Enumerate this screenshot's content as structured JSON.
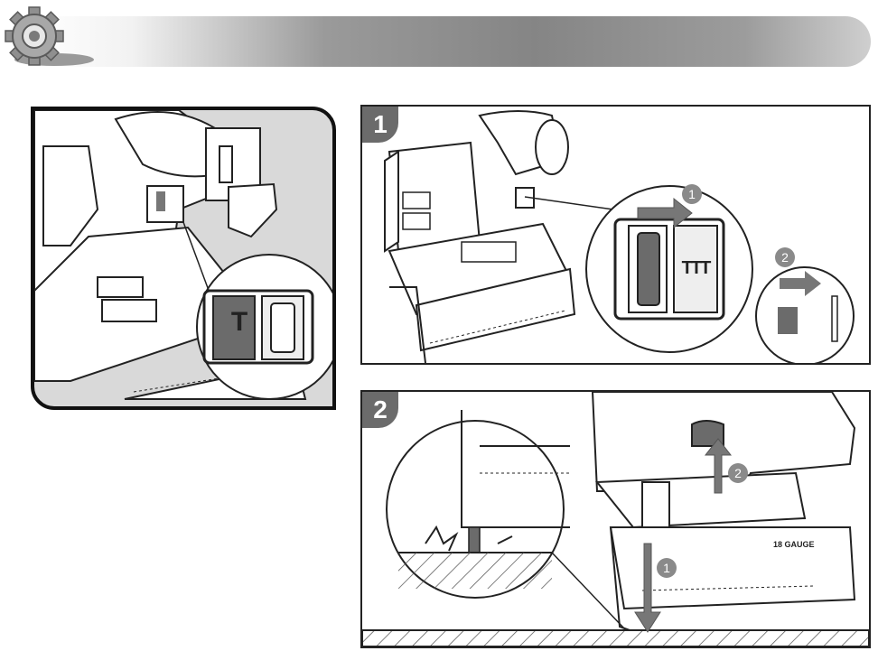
{
  "steps": [
    {
      "badge": "1",
      "callouts": [
        "1",
        "2"
      ]
    },
    {
      "badge": "2",
      "callouts": [
        "1",
        "2"
      ]
    }
  ],
  "selector_labels": {
    "single": "T",
    "sequential": "TTT"
  },
  "tool_text": "18 GAUGE",
  "icons": [
    "settings-gear-icon"
  ],
  "colors": {
    "outline": "#222222",
    "gray_fill": "#6b6b6b",
    "light_gray": "#d9d9d9",
    "header_dark": "#858585"
  }
}
